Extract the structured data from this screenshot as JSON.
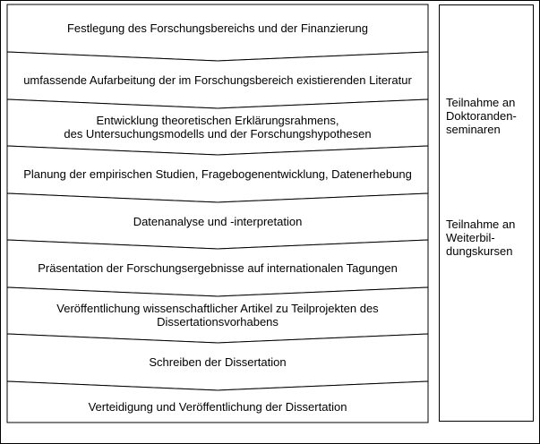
{
  "steps": [
    "Festlegung des Forschungsbereichs und der Finanzierung",
    "umfassende Aufarbeitung der im Forschungsbereich existierenden Literatur",
    "Entwicklung theoretischen Erklärungsrahmens,\ndes Untersuchungsmodells und der Forschungshypothesen",
    "Planung der empirischen Studien, Fragebogenentwicklung, Datenerhebung",
    "Datenanalyse und -interpretation",
    "Präsentation der Forschungsergebnisse auf internationalen Tagungen",
    "Veröffentlichung wissenschaftlicher Artikel zu Teilprojekten des\nDissertationsvorhabens",
    "Schreiben der Dissertation",
    "Verteidigung und Veröffentlichung der Dissertation"
  ],
  "side_notes": {
    "doctoral_seminars": "Teilnahme an\nDoktoranden-\nseminaren",
    "training_courses": "Teilnahme an\nWeiterbil-\ndungskursen"
  }
}
